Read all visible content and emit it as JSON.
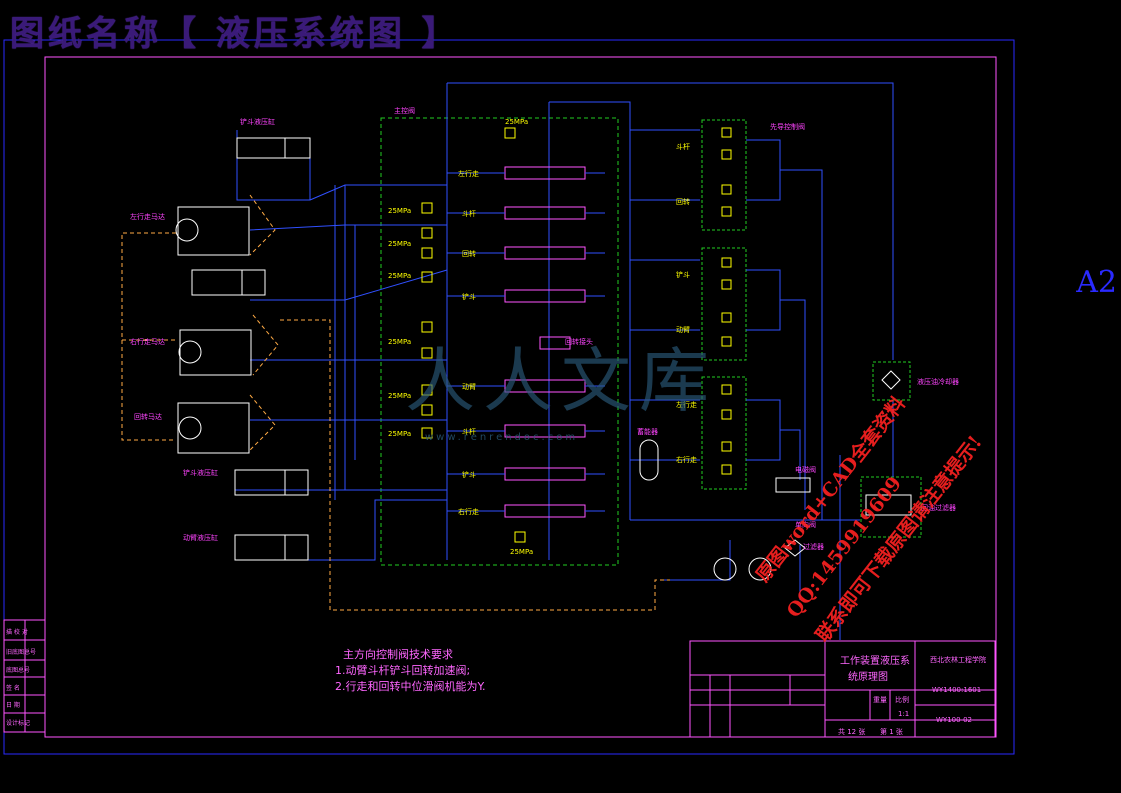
{
  "title_banner": "图纸名称【 液压系统图 】",
  "sheet_size": "A2",
  "labels": {
    "main_valve": "主控阀",
    "pilot_valve": "先导控制阀",
    "left_travel_motor": "左行走马达",
    "right_travel_motor": "右行走马达",
    "swing_motor": "回转马达",
    "bucket_cyl_top": "铲斗液压缸",
    "boom_cyl": "铲斗液压缸",
    "arm_cyl": "动臂液压缸",
    "accumulator": "蓄能器",
    "solenoid_valve": "电磁阀",
    "oil_cooler": "液压油冷却器",
    "return_filter": "回油过滤器",
    "check_valve": "单向阀",
    "filter": "过滤器",
    "center_joint": "回转接头"
  },
  "valve_rows": [
    "左行走",
    "斗杆",
    "回转",
    "铲斗",
    "",
    "动臂",
    "斗杆",
    "铲斗",
    "右行走"
  ],
  "pressure_tags": [
    "25MPa",
    "25MPa",
    "25MPa",
    "25MPa",
    "25MPa",
    "25MPa",
    "25MPa",
    "25MPa"
  ],
  "pilot_labels": [
    "斗杆",
    "回转",
    "铲斗",
    "动臂",
    "左行走",
    "右行走"
  ],
  "tech_notes": {
    "heading": "主方向控制阀技术要求",
    "items": [
      "1.动臂斗杆铲斗回转加速阀;",
      "2.行走和回转中位滑阀机能为Y."
    ]
  },
  "title_block": {
    "drawing_name_1": "工作装置液压系",
    "drawing_name_2": "统原理图",
    "school": "西北农林工程学院",
    "code_1": "WY1400:1601",
    "code_2": "WY100-02",
    "scale": "1:1",
    "sheet_total": "共 12 张",
    "sheet_no": "第 1 张",
    "material_label": "重量",
    "scale_label": "比例"
  },
  "left_strip": [
    "描 校 对",
    "旧底图总号",
    "底图总号",
    "签 名",
    "日 期",
    "设计标记"
  ],
  "watermark": "人人文库",
  "watermark_url": "www.renrendoc.com",
  "promo": [
    "原图word+CAD全套资料",
    "QQ:1459919609",
    "联系即可下载原图请注意提示!"
  ]
}
